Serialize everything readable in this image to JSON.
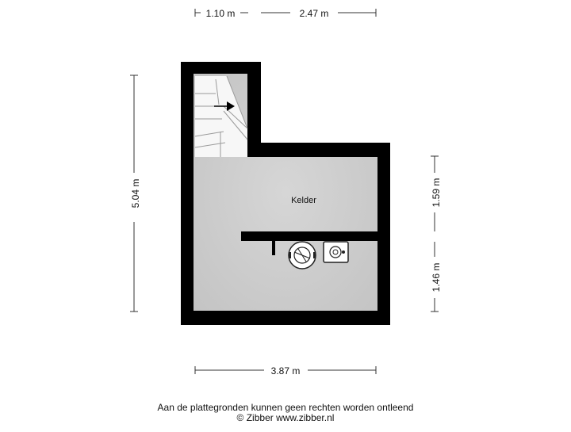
{
  "dimensions": {
    "top_left": "1.10 m",
    "top_right": "2.47 m",
    "left_height": "5.04 m",
    "right_upper": "1.59 m",
    "right_lower": "1.46 m",
    "bottom_width": "3.87 m"
  },
  "rooms": {
    "kelder": "Kelder"
  },
  "footer": {
    "disclaimer": "Aan de plattegronden kunnen geen rechten worden ontleend",
    "credit": "© Zibber www.zibber.nl"
  },
  "colors": {
    "wall": "#000000",
    "floor": "#cfcfcf",
    "stair_floor": "#f4f4f4",
    "dimension_line": "#333333"
  }
}
